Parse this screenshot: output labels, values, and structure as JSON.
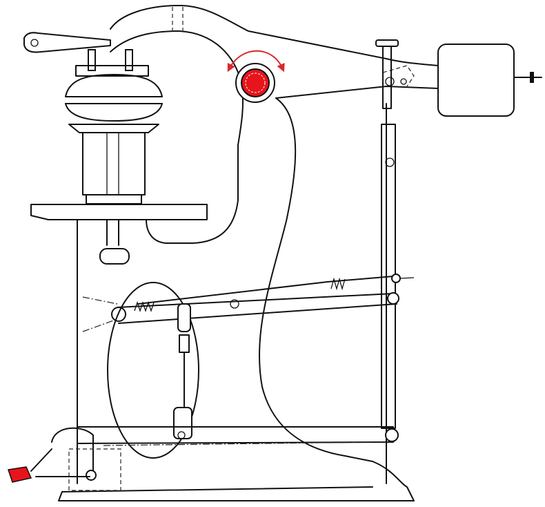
{
  "diagram": {
    "subject": "press-machine",
    "colors": {
      "line": "#111111",
      "background": "#ffffff",
      "highlight": "#e8141c",
      "arrow": "#d9282f"
    },
    "highlighted_parts": [
      "main-pivot",
      "foot-pedal"
    ],
    "rotation_indicator": "bidirectional-arc-arrow"
  }
}
